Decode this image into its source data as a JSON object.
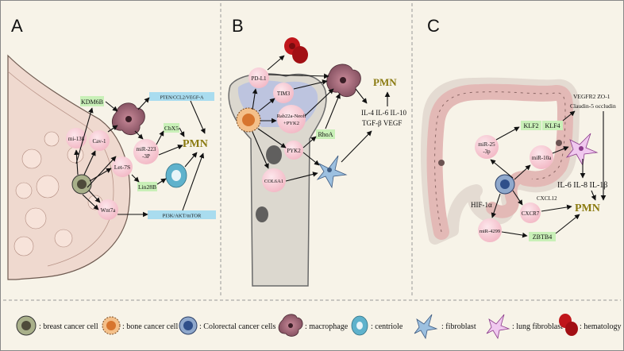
{
  "panels": {
    "a": {
      "letter": "A",
      "nodes": {
        "kdm6b": "KDM6B",
        "mi138": "mi-138",
        "cav1": "Cav-1",
        "let7s": "Let-7S",
        "lin28b": "Lin28B",
        "wnt7a": "Wnt7a",
        "mir223_l1": "miR-223",
        "mir223_l2": "-3P",
        "cbx5": "CbX5",
        "pten": "PTEN/CCL2/VEGF-A",
        "pi3k": "PI3K/AKT/mTOR",
        "pmn": "PMN"
      }
    },
    "b": {
      "letter": "B",
      "nodes": {
        "pdl1": "PD-L1",
        "tim3": "TIM3",
        "rab22a_l1": "Rab22a-Neofl",
        "rab22a_l2": "+PYK2",
        "pyk2": "PYK2",
        "rhoa": "RhoA",
        "col6a1": "COL6A1",
        "cytokines_l1": "IL-4  IL-6  IL-10",
        "cytokines_l2": "TGF-β VEGF",
        "pmn": "PMN"
      }
    },
    "c": {
      "letter": "C",
      "nodes": {
        "mir25_l1": "miR-25",
        "mir25_l2": "-3p",
        "klf2": "KLF2",
        "klf4": "KLF4",
        "mir10a": "miR-10a",
        "vegfr2_l1": "VEGFR2 ZO-1",
        "vegfr2_l2": "Claudin-5 occludin",
        "il6": "IL-6 IL-8 IL-1β",
        "cxcl12": "CXCL12",
        "cxcr7": "CXCR7",
        "hif1a": "HIF-1α",
        "mir4299": "miR-4299",
        "zbtb4": "ZBTB4",
        "pmn": "PMN"
      }
    }
  },
  "legend": [
    {
      "label": ": breast cancer cell",
      "icon": "breast-cancer-cell-icon"
    },
    {
      "label": ": bone cancer cell",
      "icon": "bone-cancer-cell-icon"
    },
    {
      "label": ": Colorectal cancer cells",
      "icon": "colorectal-cancer-cell-icon"
    },
    {
      "label": ": macrophage",
      "icon": "macrophage-icon"
    },
    {
      "label": ": centriole",
      "icon": "centriole-icon"
    },
    {
      "label": ": fibroblast",
      "icon": "fibroblast-icon"
    },
    {
      "label": ": lung fibroblast",
      "icon": "lung-fibroblast-icon"
    },
    {
      "label": ": hematology",
      "icon": "hematology-icon"
    }
  ],
  "colors": {
    "background": "#f7f3e8",
    "pink_node": "#f6c9d2",
    "green_tag": "#c9f0b8",
    "blue_tag": "#a9dcef",
    "pmn": "#8a7a10",
    "macrophage": "#8c5a68",
    "red_cell": "#c0161b",
    "tissue": "#e6c9c3"
  }
}
